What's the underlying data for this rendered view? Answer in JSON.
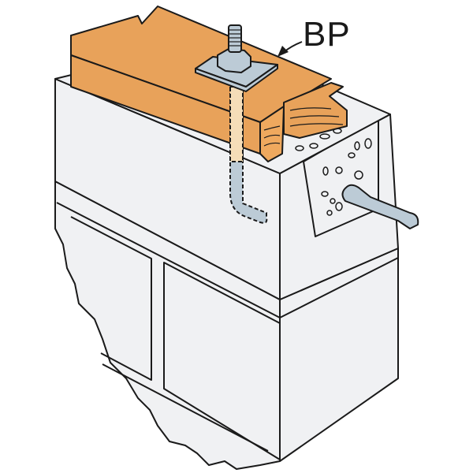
{
  "diagram": {
    "title": "Anchor bolt with bearing plate through wood sill into masonry wall",
    "callout_label": "BP",
    "components": [
      {
        "name": "wood-sill-plate",
        "color": "#E8A25A"
      },
      {
        "name": "anchor-bolt",
        "color": "#BCCBD6"
      },
      {
        "name": "bearing-plate",
        "color": "#BCCBD6"
      },
      {
        "name": "hex-nut",
        "color": "#BCCBD6"
      },
      {
        "name": "concrete-block-wall",
        "color": "#F0F1F3"
      },
      {
        "name": "grout-fill",
        "color": "#F0F1F3"
      },
      {
        "name": "rebar",
        "color": "#BCCBD6"
      }
    ],
    "colors": {
      "wood": "#E8A25A",
      "wood_end": "#EFA95E",
      "steel": "#BCCBD6",
      "concrete": "#F0F1F3",
      "line": "#1a1a1a",
      "bolt_embed": "#F5DDB8"
    }
  }
}
